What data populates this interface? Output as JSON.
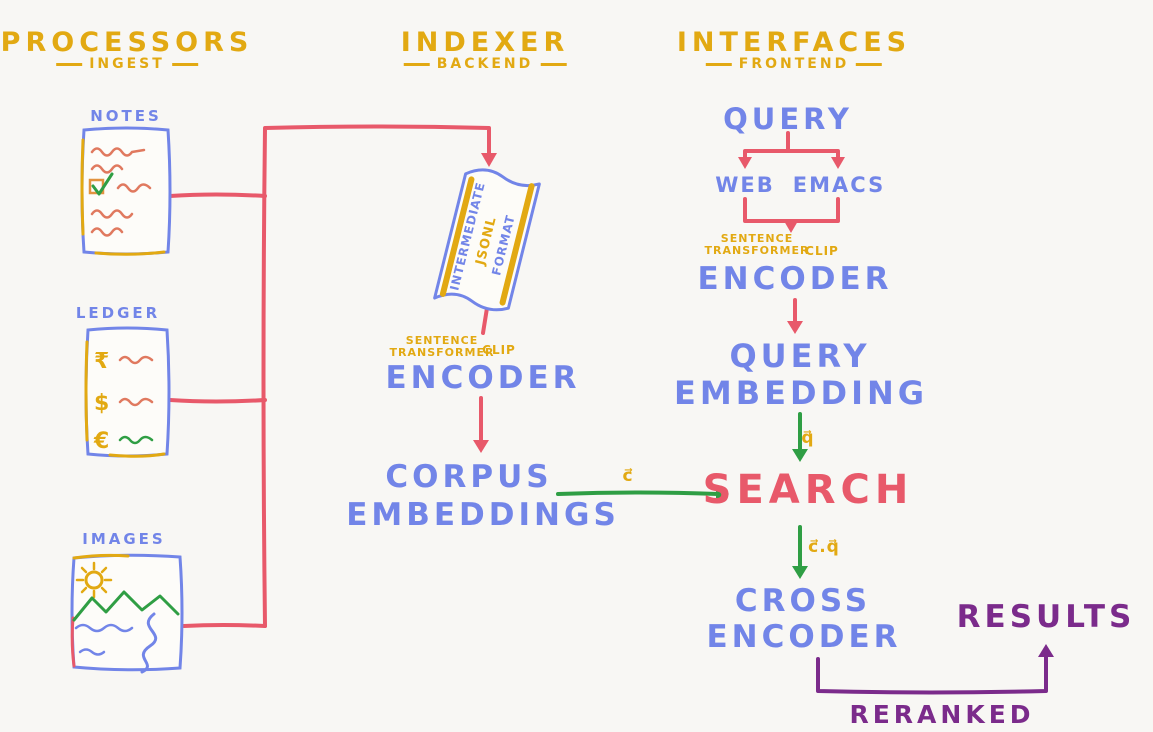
{
  "colors": {
    "yellow": "#e2a912",
    "blue": "#7285e8",
    "red": "#e8596a",
    "salmon": "#e0795f",
    "green": "#2f9e44",
    "purple": "#7b2b8b",
    "orange": "#e2923f",
    "bg": "#f8f7f4"
  },
  "columns": {
    "processors": {
      "title": "PROCESSORS",
      "subtitle": "INGEST"
    },
    "indexer": {
      "title": "INDEXER",
      "subtitle": "BACKEND"
    },
    "interfaces": {
      "title": "INTERFACES",
      "subtitle": "FRONTEND"
    }
  },
  "processors": {
    "notes": "NOTES",
    "ledger": "LEDGER",
    "images": "IMAGES",
    "ledger_currency_1": "₹",
    "ledger_currency_2": "$",
    "ledger_currency_3": "€"
  },
  "indexer": {
    "scroll_left": "INTERMEDIATE",
    "scroll_center": "JSONL",
    "scroll_right": "FORMAT",
    "model_line1": "SENTENCE",
    "model_line2": "TRANSFORMER",
    "model_clip": "CLIP",
    "encoder": "ENCODER",
    "corpus_line1": "CORPUS",
    "corpus_line2": "EMBEDDINGS",
    "corpus_vector": "c⃗"
  },
  "interfaces": {
    "query": "QUERY",
    "web": "WEB",
    "emacs": "EMACS",
    "model_line1": "SENTENCE",
    "model_line2": "TRANSFORMER",
    "model_clip": "CLIP",
    "encoder": "ENCODER",
    "query_embedding_line1": "QUERY",
    "query_embedding_line2": "EMBEDDING",
    "query_vector": "q⃗",
    "search": "SEARCH",
    "dot_product": "c⃗.q⃗",
    "cross_line1": "CROSS",
    "cross_line2": "ENCODER",
    "results": "RESULTS",
    "reranked": "RERANKED"
  }
}
